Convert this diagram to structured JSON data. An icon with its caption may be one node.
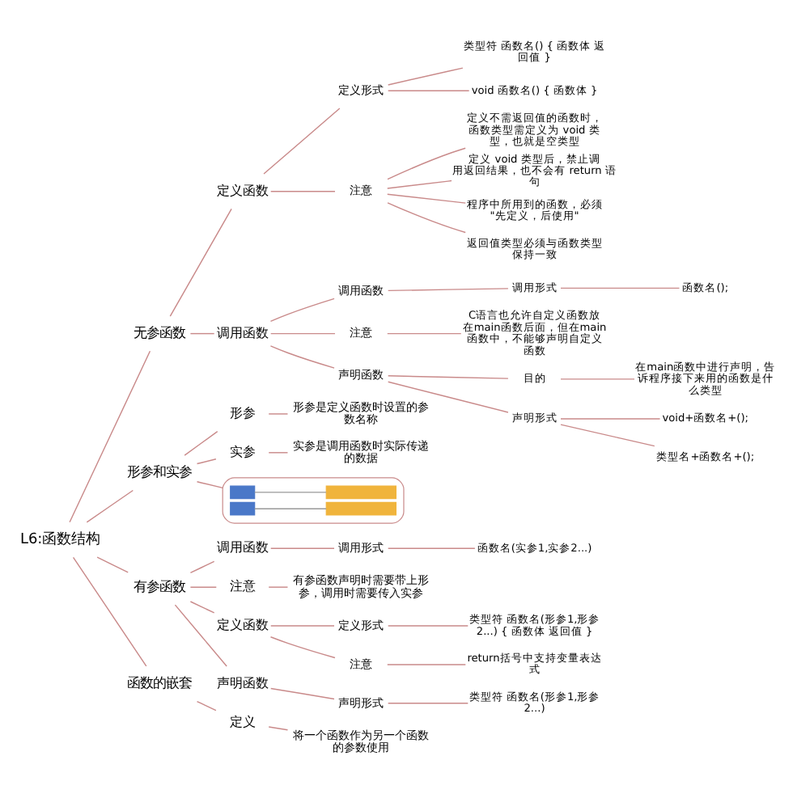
{
  "diagram": {
    "nodes": [
      {
        "text": [
          "L6:函数结构"
        ]
      },
      {
        "text": [
          "无参函数"
        ]
      },
      {
        "text": [
          "定义函数"
        ]
      },
      {
        "text": [
          "定义形式"
        ]
      },
      {
        "text": [
          "类型符 函数名() { 函数体 返回值 }"
        ]
      },
      {
        "text": [
          "void 函数名() { 函数体 }"
        ]
      },
      {
        "text": [
          "注意"
        ]
      },
      {
        "text": [
          "程序中所用到的函数，必须\"先定义，后使用\""
        ]
      },
      {
        "text": [
          "返回值类型必须与函数类型保持一致"
        ]
      },
      {
        "text": [
          "定义不需返回值的函数时，函数类型需定义为 void 类型，也就是空类型"
        ]
      },
      {
        "text": [
          "定义 void 类型后，禁止调用返回结果，也不会有 return 语句"
        ]
      },
      {
        "text": [
          "调用函数"
        ]
      },
      {
        "text": [
          "声明函数"
        ]
      },
      {
        "text": [
          "目的"
        ]
      },
      {
        "text": [
          "在main函数中进行声明，告诉程序接下来用的函数是什么类型"
        ]
      },
      {
        "text": [
          "声明形式"
        ]
      },
      {
        "text": [
          "类型名+函数名+();"
        ]
      },
      {
        "text": [
          "void+函数名+();"
        ]
      },
      {
        "text": [
          "调用函数"
        ]
      },
      {
        "text": [
          "调用形式"
        ]
      },
      {
        "text": [
          "函数名();"
        ]
      },
      {
        "text": [
          "注意"
        ]
      },
      {
        "text": [
          "C语言也允许自定义函数放在main函数后面，但在main函数中，不能够声明自定义函数"
        ]
      },
      {
        "text": [
          "形参和实参"
        ]
      },
      {
        "text": [
          "形参"
        ]
      },
      {
        "text": [
          "形参是定义函数时设置的参数名称"
        ]
      },
      {
        "text": [
          "实参"
        ]
      },
      {
        "text": [
          "实参是调用函数时实际传递的数据"
        ]
      },
      {
        "text": [],
        "shape": "box"
      },
      {
        "text": [],
        "shape": "box",
        "in": 28
      },
      {
        "text": [],
        "shape": "box",
        "in": 28
      },
      {
        "text": [],
        "shape": "box",
        "in": 28
      },
      {
        "text": [],
        "shape": "box",
        "in": 28
      },
      {
        "text": [
          "有参函数"
        ]
      },
      {
        "text": [
          "定义函数"
        ]
      },
      {
        "text": [
          "定义形式"
        ]
      },
      {
        "text": [
          "类型符 函数名(形参1,形参2...) { 函数体 返回值 }"
        ]
      },
      {
        "text": [
          "注意"
        ]
      },
      {
        "text": [
          "return括号中支持变量表达式"
        ]
      },
      {
        "text": [
          "声明函数"
        ]
      },
      {
        "text": [
          "声明形式"
        ]
      },
      {
        "text": [
          "类型符 函数名(形参1,形参2...)"
        ]
      },
      {
        "text": [
          "调用函数"
        ]
      },
      {
        "text": [
          "调用形式"
        ]
      },
      {
        "text": [
          "函数名(实参1,实参2...)"
        ]
      },
      {
        "text": [
          "注意"
        ]
      },
      {
        "text": [
          "有参函数声明时需要带上形参，调用时需要传入实参"
        ]
      },
      {
        "text": [
          "函数的嵌套"
        ]
      },
      {
        "text": [
          "定义"
        ]
      },
      {
        "text": [
          "将一个函数作为另一个函数的参数使用"
        ]
      }
    ],
    "edges": [
      {
        "from": 0,
        "to": 1,
        "arrow": "none"
      },
      {
        "from": 1,
        "to": 2,
        "arrow": "none"
      },
      {
        "from": 2,
        "to": 3,
        "arrow": "none"
      },
      {
        "from": 3,
        "to": 4,
        "arrow": "none"
      },
      {
        "from": 3,
        "to": 5,
        "arrow": "none"
      },
      {
        "from": 2,
        "to": 6,
        "arrow": "none"
      },
      {
        "from": 6,
        "to": 7,
        "arrow": "none"
      },
      {
        "from": 6,
        "to": 8,
        "arrow": "none"
      },
      {
        "from": 6,
        "to": 9,
        "arrow": "none"
      },
      {
        "from": 6,
        "to": 10,
        "arrow": "none"
      },
      {
        "from": 1,
        "to": 11,
        "arrow": "none"
      },
      {
        "from": 11,
        "to": 12,
        "arrow": "none"
      },
      {
        "from": 12,
        "to": 13,
        "arrow": "none"
      },
      {
        "from": 13,
        "to": 14,
        "arrow": "none"
      },
      {
        "from": 12,
        "to": 15,
        "arrow": "none"
      },
      {
        "from": 15,
        "to": 16,
        "arrow": "none"
      },
      {
        "from": 15,
        "to": 17,
        "arrow": "none"
      },
      {
        "from": 11,
        "to": 18,
        "arrow": "none"
      },
      {
        "from": 18,
        "to": 19,
        "arrow": "none"
      },
      {
        "from": 19,
        "to": 20,
        "arrow": "none"
      },
      {
        "from": 11,
        "to": 21,
        "arrow": "none"
      },
      {
        "from": 21,
        "to": 22,
        "arrow": "none"
      },
      {
        "from": 0,
        "to": 23,
        "arrow": "none"
      },
      {
        "from": 23,
        "to": 24,
        "arrow": "none"
      },
      {
        "from": 24,
        "to": 25,
        "arrow": "none"
      },
      {
        "from": 23,
        "to": 26,
        "arrow": "none"
      },
      {
        "from": 26,
        "to": 27,
        "arrow": "none"
      },
      {
        "from": 23,
        "to": 28,
        "arrow": "none"
      },
      {
        "from": 29,
        "to": 30,
        "arrow": "none",
        "color": "#999999"
      },
      {
        "from": 31,
        "to": 32,
        "arrow": "none",
        "color": "#999999"
      },
      {
        "from": 0,
        "to": 33,
        "arrow": "none"
      },
      {
        "from": 33,
        "to": 34,
        "arrow": "none"
      },
      {
        "from": 34,
        "to": 35,
        "arrow": "none"
      },
      {
        "from": 35,
        "to": 36,
        "arrow": "none"
      },
      {
        "from": 34,
        "to": 37,
        "arrow": "none"
      },
      {
        "from": 37,
        "to": 38,
        "arrow": "none"
      },
      {
        "from": 33,
        "to": 39,
        "arrow": "none"
      },
      {
        "from": 39,
        "to": 40,
        "arrow": "none"
      },
      {
        "from": 40,
        "to": 41,
        "arrow": "none"
      },
      {
        "from": 33,
        "to": 42,
        "arrow": "none"
      },
      {
        "from": 42,
        "to": 43,
        "arrow": "none"
      },
      {
        "from": 43,
        "to": 44,
        "arrow": "none"
      },
      {
        "from": 33,
        "to": 45,
        "arrow": "none"
      },
      {
        "from": 45,
        "to": 46,
        "arrow": "none"
      },
      {
        "from": 0,
        "to": 47,
        "arrow": "none"
      },
      {
        "from": 47,
        "to": 48,
        "arrow": "none"
      },
      {
        "from": 48,
        "to": 49,
        "arrow": "none"
      }
    ]
  }
}
